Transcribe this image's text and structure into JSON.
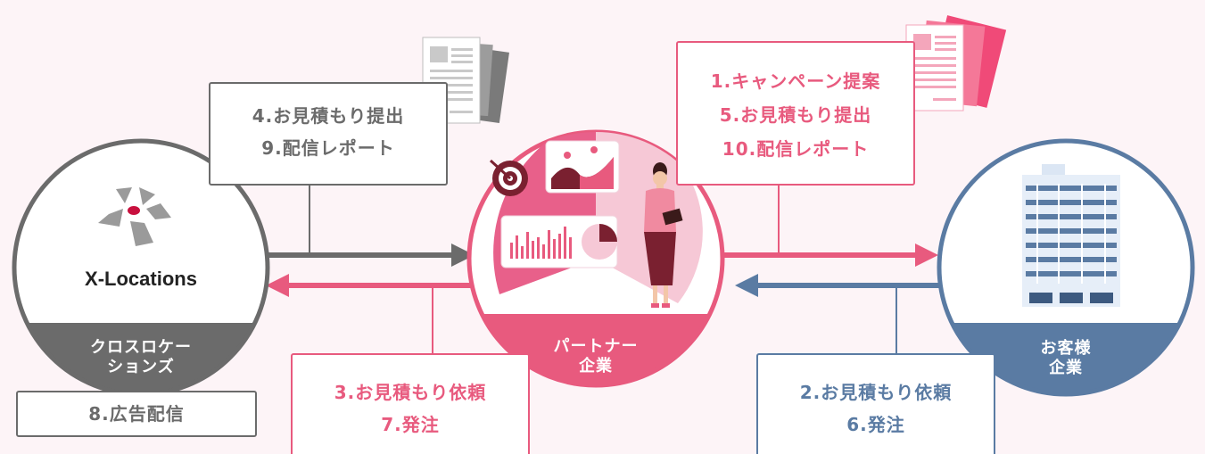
{
  "nodes": {
    "xlocations": {
      "logo_text": "X-Locations",
      "label_line1": "クロスロケー",
      "label_line2": "ションズ"
    },
    "partner": {
      "label_line1": "パートナー",
      "label_line2": "企業"
    },
    "client": {
      "label_line1": "お客様",
      "label_line2": "企業"
    }
  },
  "boxes": {
    "xl_to_partner": {
      "line1": "4.お見積もり提出",
      "line2": "9.配信レポート"
    },
    "partner_to_xl": {
      "line1": "3.お見積もり依頼",
      "line2": "7.発注"
    },
    "ad_delivery": {
      "line1": "8.広告配信"
    },
    "partner_to_client": {
      "line1": "1.キャンペーン提案",
      "line2": "5.お見積もり提出",
      "line3": "10.配信レポート"
    },
    "client_to_partner": {
      "line1": "2.お見積もり依頼",
      "line2": "6.発注"
    }
  },
  "colors": {
    "gray": "#6b6b6b",
    "pink": "#e85a7e",
    "blue": "#5a7ba3",
    "background": "#fdf4f7"
  },
  "icons": [
    "documents-icon",
    "target-icon",
    "chart-icon",
    "businesswoman-icon",
    "building-icon",
    "xlocations-logo-icon"
  ]
}
